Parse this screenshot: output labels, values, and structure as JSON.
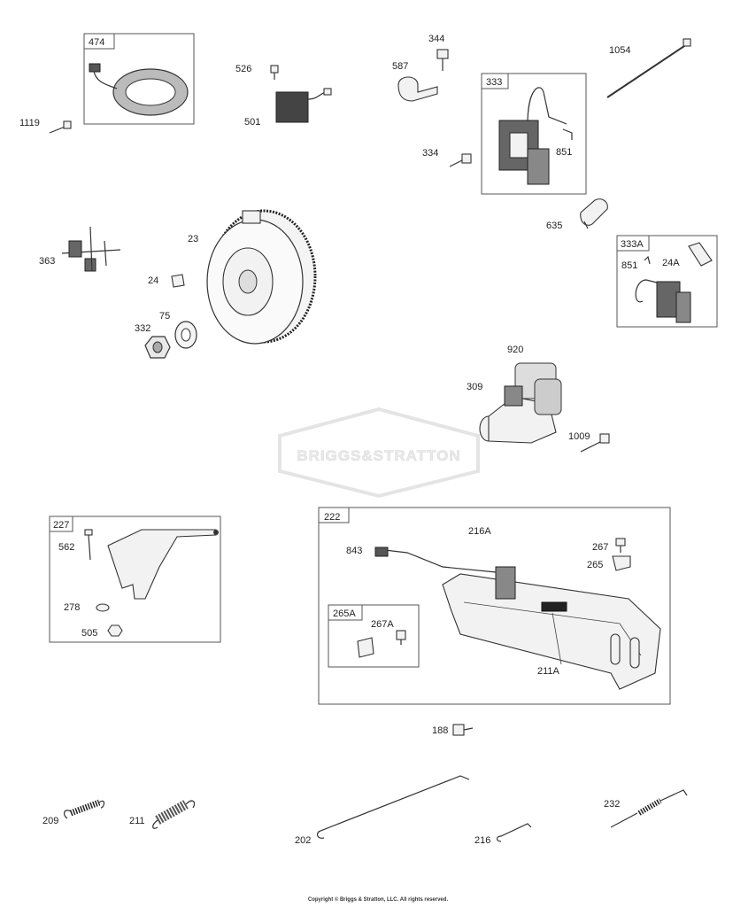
{
  "watermark": "BRIGGS&STRATTON",
  "boxes": {
    "b474": "474",
    "b333": "333",
    "b333A": "333A",
    "b227": "227",
    "b222": "222",
    "b265A": "265A"
  },
  "labels": {
    "p1119": "1119",
    "p526": "526",
    "p501": "501",
    "p344": "344",
    "p587": "587",
    "p1054": "1054",
    "p334": "334",
    "p851": "851",
    "p635": "635",
    "p851b": "851",
    "p24A": "24A",
    "p363": "363",
    "p23": "23",
    "p24": "24",
    "p75": "75",
    "p332": "332",
    "p920": "920",
    "p309": "309",
    "p1009": "1009",
    "p562": "562",
    "p278": "278",
    "p505": "505",
    "p843": "843",
    "p216A": "216A",
    "p267": "267",
    "p265": "265",
    "p267A": "267A",
    "p211A": "211A",
    "p188": "188",
    "p209": "209",
    "p211": "211",
    "p202": "202",
    "p216": "216",
    "p232": "232"
  },
  "copyright": "Copyright © Briggs & Stratton, LLC. All rights reserved."
}
